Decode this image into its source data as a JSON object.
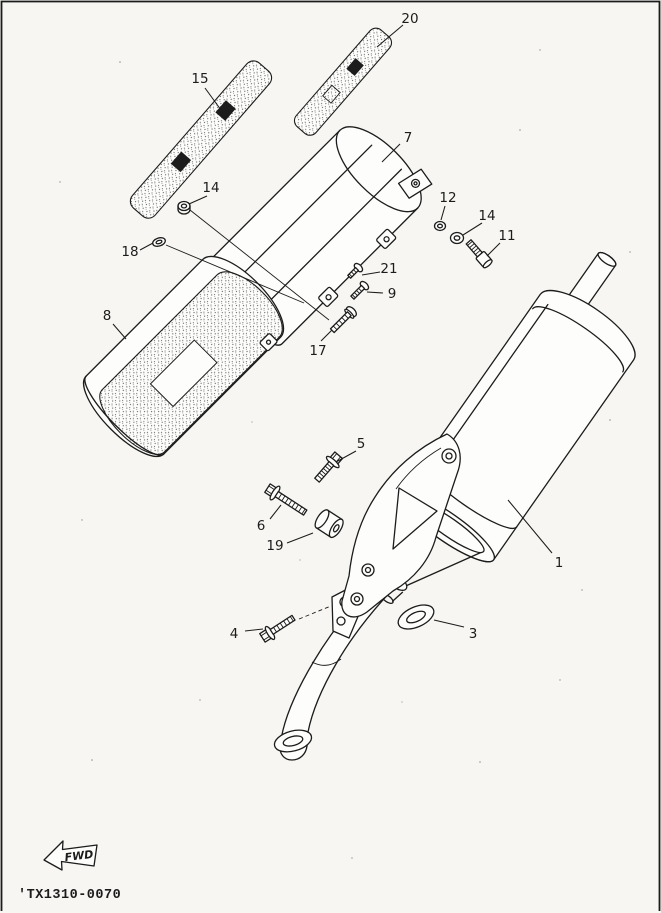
{
  "colors": {
    "ink": "#1c1c1c",
    "paper": "#f7f6f2"
  },
  "diagram": {
    "code": "'TX1310-0070",
    "fwd_label": "FWD"
  },
  "parts": [
    {
      "label": "20"
    },
    {
      "label": "15"
    },
    {
      "label": "7"
    },
    {
      "label": "14"
    },
    {
      "label": "12"
    },
    {
      "label": "14"
    },
    {
      "label": "11"
    },
    {
      "label": "18"
    },
    {
      "label": "21"
    },
    {
      "label": "9"
    },
    {
      "label": "8"
    },
    {
      "label": "17"
    },
    {
      "label": "5"
    },
    {
      "label": "6"
    },
    {
      "label": "19"
    },
    {
      "label": "1"
    },
    {
      "label": "4"
    },
    {
      "label": "3"
    }
  ]
}
